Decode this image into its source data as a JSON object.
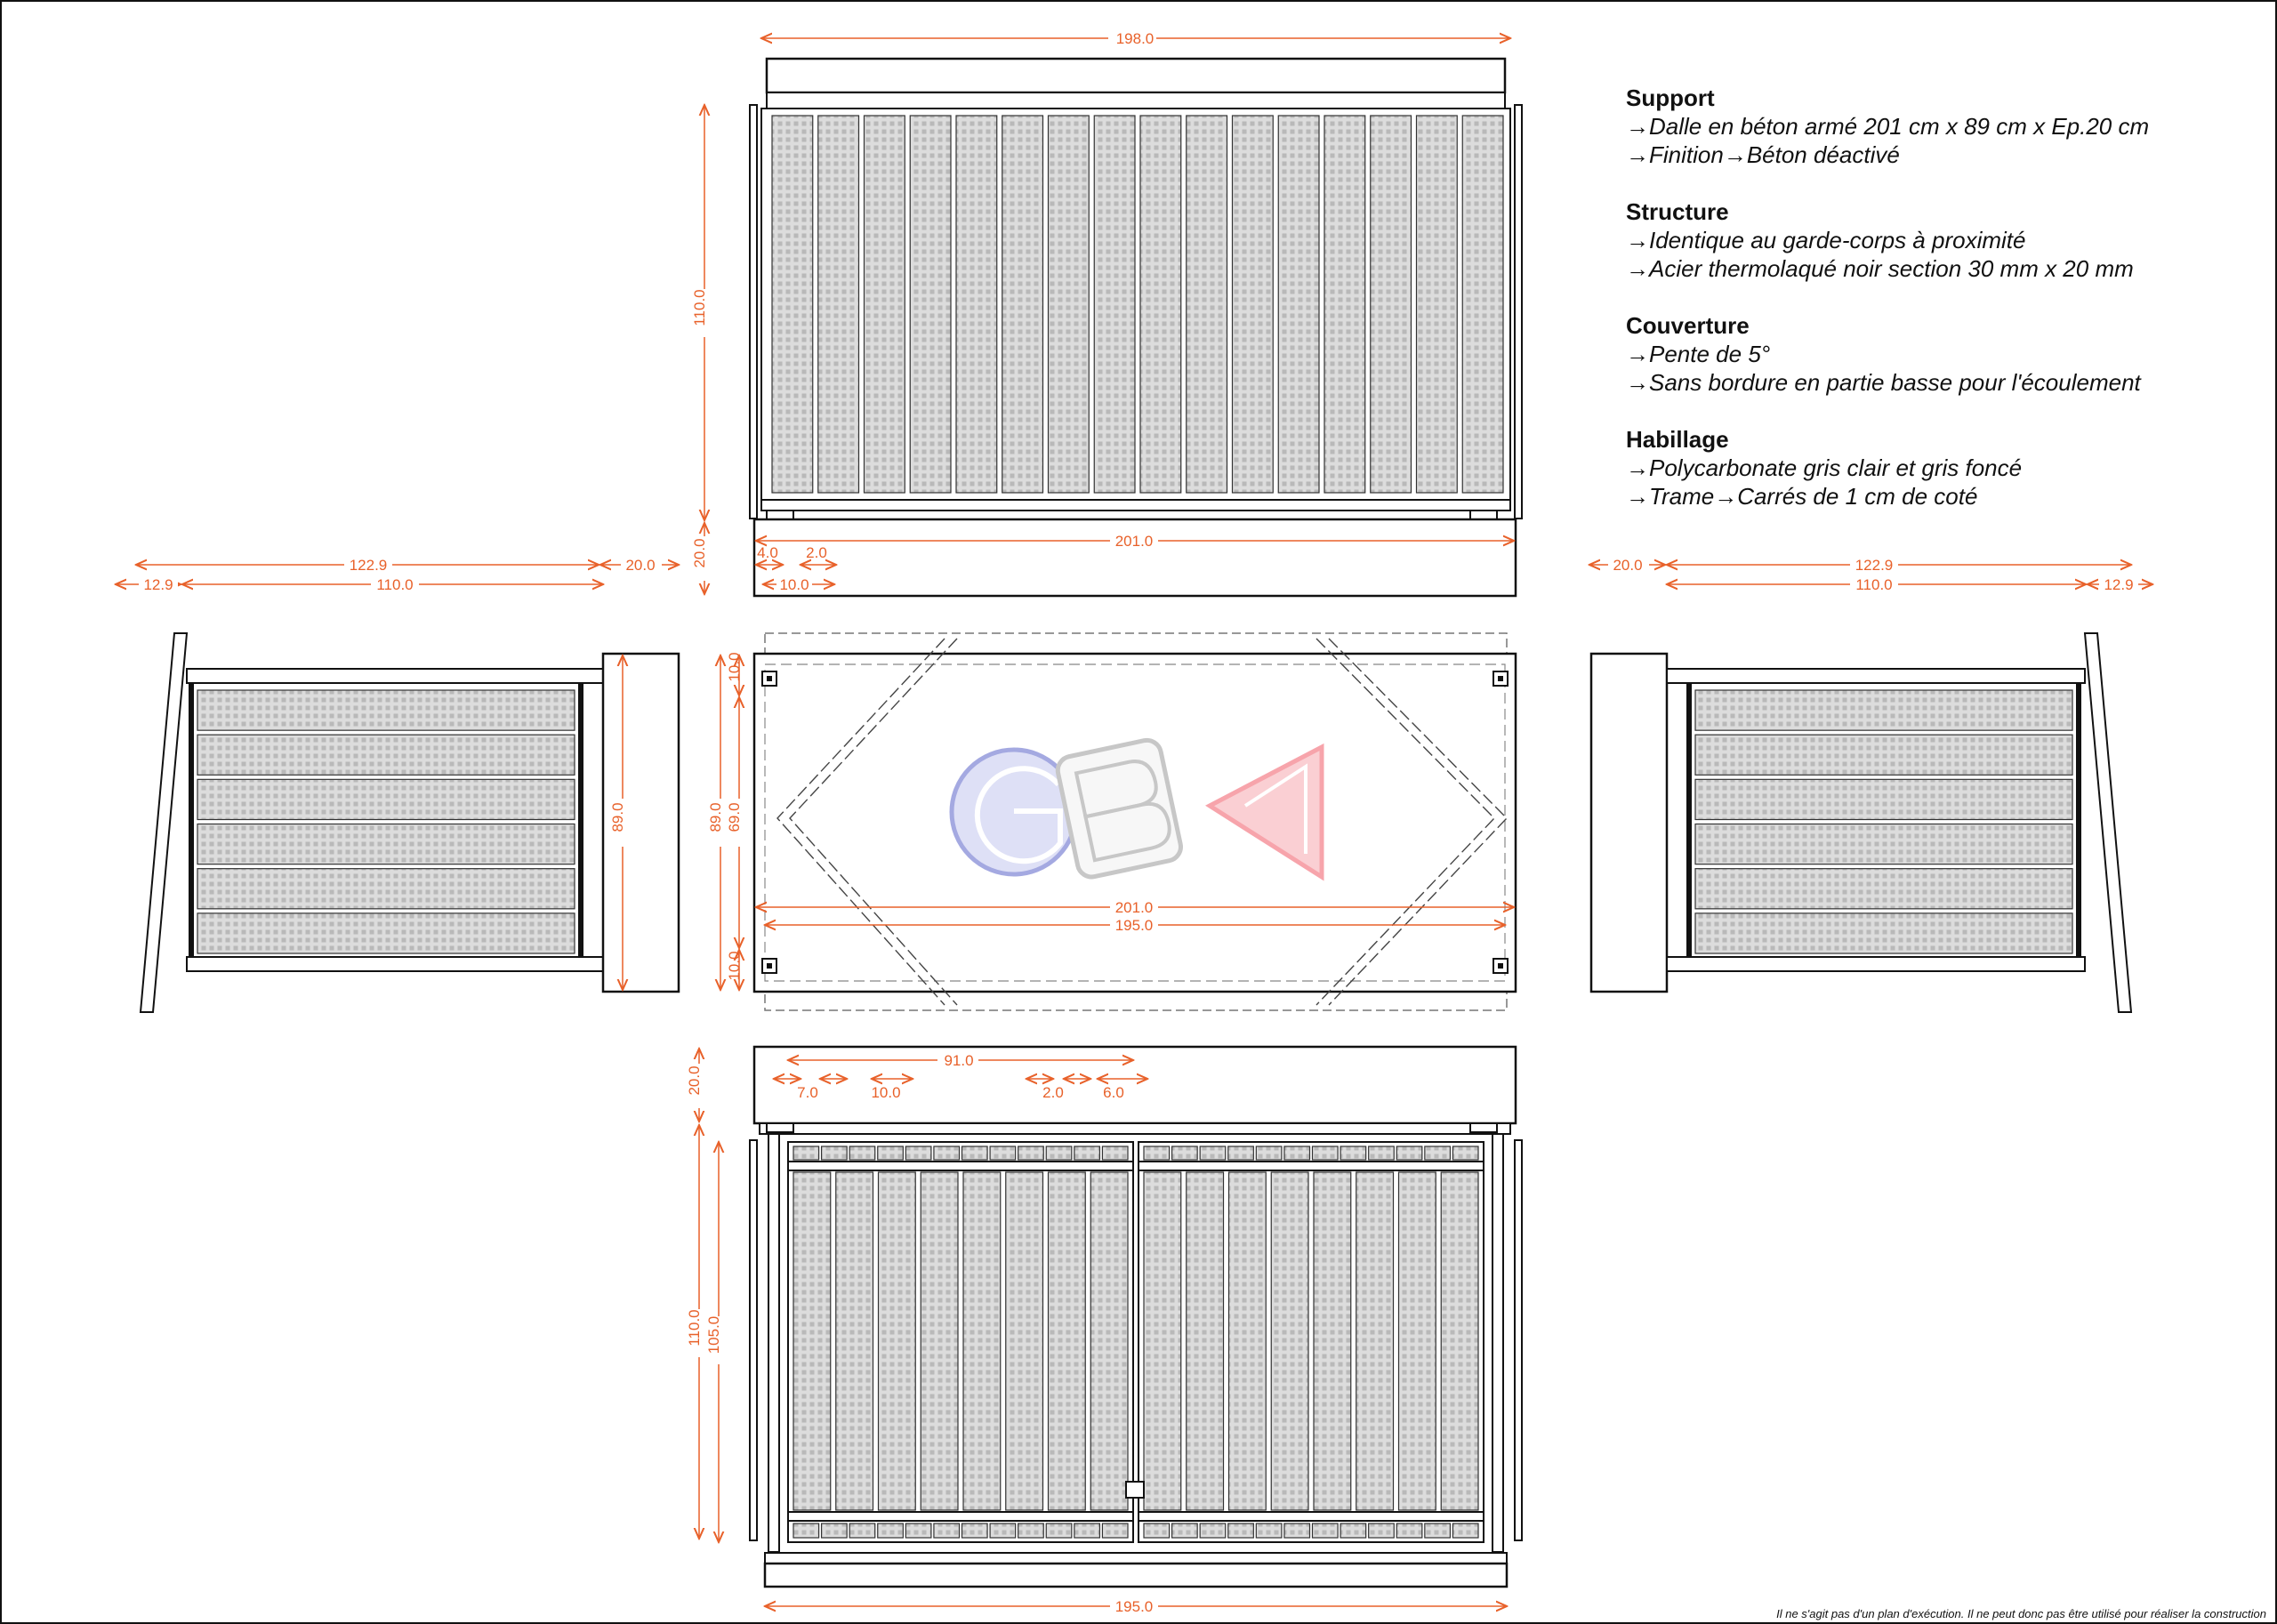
{
  "specs": [
    {
      "title": "Support",
      "lines": [
        "→Dalle en béton armé 201 cm x 89 cm x Ep.20 cm",
        "→Finition→Béton déactivé"
      ]
    },
    {
      "title": "Structure",
      "lines": [
        "→Identique au garde-corps à proximité",
        "→Acier thermolaqué noir section 30 mm x 20 mm"
      ]
    },
    {
      "title": "Couverture",
      "lines": [
        "→Pente de 5°",
        "→Sans bordure en partie basse pour l'écoulement"
      ]
    },
    {
      "title": "Habillage",
      "lines": [
        "→Polycarbonate gris clair et gris foncé",
        "→Trame→Carrés de 1 cm de coté"
      ]
    }
  ],
  "dimensions": {
    "top_width": "198.0",
    "top_height": "110.0",
    "slab_thickness": "20.0",
    "slab_length": "201.0",
    "post_offset": "4.0",
    "post_gap": "2.0",
    "post_spacing": "10.0",
    "side_total": "122.9",
    "side_slab": "20.0",
    "side_overhang": "12.9",
    "side_depth": "110.0",
    "side_height": "89.0",
    "plan_depth": "89.0",
    "plan_inner_depth": "69.0",
    "plan_margin_top": "10.0",
    "plan_margin_bottom": "10.0",
    "plan_length": "201.0",
    "plan_inner_length": "195.0",
    "front_door_width": "91.0",
    "front_edge": "7.0",
    "front_spacing": "10.0",
    "front_gap": "2.0",
    "front_post": "6.0",
    "front_slab": "20.0",
    "front_height": "110.0",
    "front_inner_height": "105.0",
    "front_width": "195.0"
  },
  "logo": {
    "text": "GBA",
    "colors": [
      "#5b63c9",
      "#9a9a9a",
      "#f25a68"
    ]
  },
  "accent_color": "#e8612a",
  "disclaimer": "Il ne s'agit pas d'un plan d'exécution. Il ne peut donc pas être utilisé pour réaliser la construction"
}
